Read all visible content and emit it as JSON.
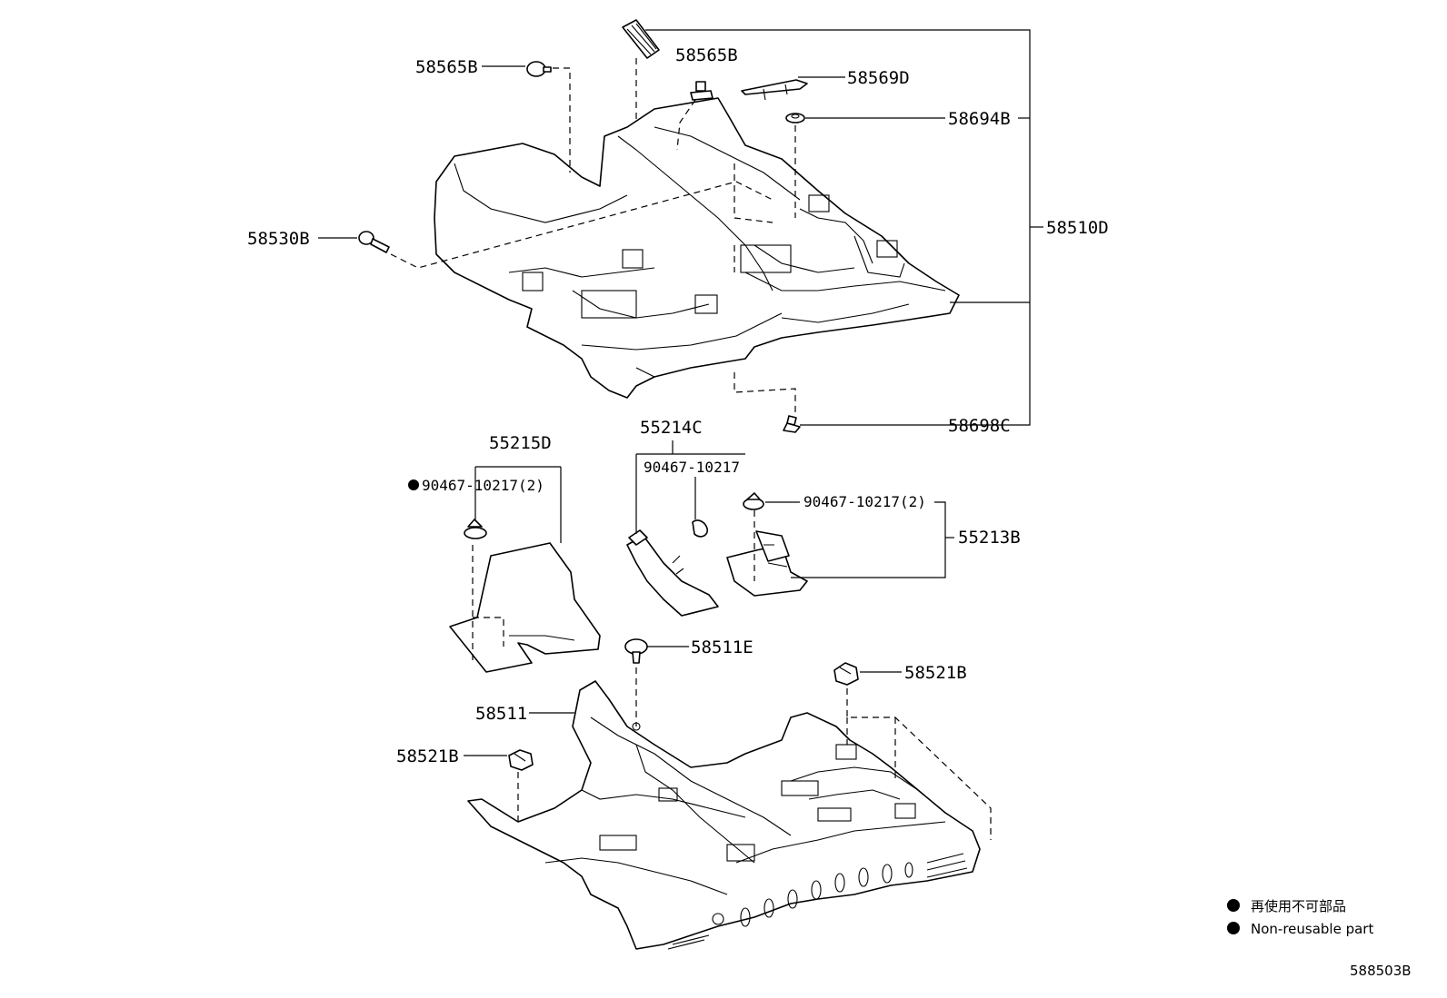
{
  "labels": {
    "l_58565B_a": "58565B",
    "l_58565B_b": "58565B",
    "l_58569D": "58569D",
    "l_58694B": "58694B",
    "l_58530B": "58530B",
    "l_58510D": "58510D",
    "l_58698C": "58698C",
    "l_55215D": "55215D",
    "l_55214C": "55214C",
    "l_90467_a": "90467-10217(2)",
    "l_90467_b": "90467-10217",
    "l_90467_c": "90467-10217(2)",
    "l_55213B": "55213B",
    "l_58511E": "58511E",
    "l_58521B_a": "58521B",
    "l_58511": "58511",
    "l_58521B_b": "58521B"
  },
  "legend": {
    "japanese": "再使用不可部品",
    "english": "Non-reusable part"
  },
  "diagram_id": "588503B"
}
